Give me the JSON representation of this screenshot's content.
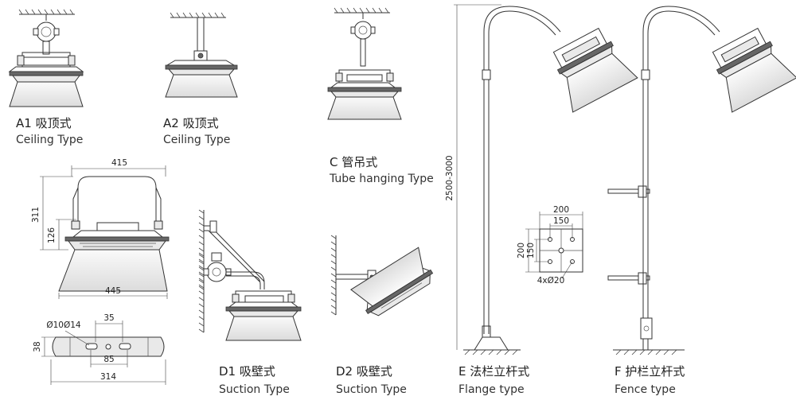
{
  "labels": {
    "a1": {
      "cn": "A1 吸顶式",
      "en": "Ceiling  Type"
    },
    "a2": {
      "cn": "A2 吸顶式",
      "en": "Ceiling  Type"
    },
    "c": {
      "cn": "C 管吊式",
      "en": "Tube hanging Type"
    },
    "d1": {
      "cn": "D1 吸壁式",
      "en": "Suction Type"
    },
    "d2": {
      "cn": "D2 吸壁式",
      "en": "Suction Type"
    },
    "e": {
      "cn": "E 法栏立杆式",
      "en": "Flange type"
    },
    "f": {
      "cn": "F 护栏立杆式",
      "en": "Fence type"
    }
  },
  "dimensions": {
    "lamp_top_width": "415",
    "lamp_height": "311",
    "lamp_body_height": "126",
    "lamp_shade_width": "445",
    "bracket_holes": "Ø10Ø14",
    "bracket_hole_gap": "35",
    "bracket_height": "38",
    "bracket_center_gap": "85",
    "bracket_length": "314",
    "flange_width": "200",
    "flange_hole_width": "150",
    "flange_height": "200",
    "flange_hole_height": "150",
    "flange_holes": "4xØ20",
    "pole_height": "2500-3000"
  }
}
